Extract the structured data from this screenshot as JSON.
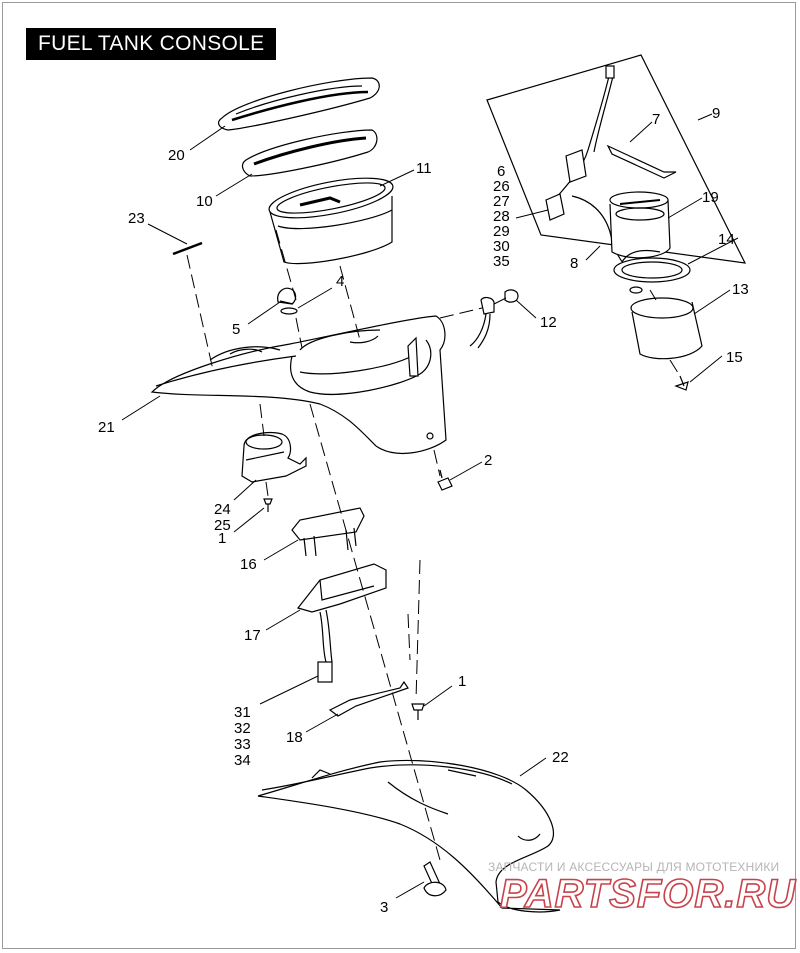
{
  "title": "FUEL TANK CONSOLE",
  "watermark": {
    "text": "ЗАПЧАСТИ И АКСЕССУАРЫ ДЛЯ МОТОТЕХНИКИ",
    "logo": "PARTSFOR.RU",
    "logo_color": "#c7434c"
  },
  "callouts": [
    {
      "id": "c20",
      "label": "20"
    },
    {
      "id": "c10",
      "label": "10"
    },
    {
      "id": "c11",
      "label": "11"
    },
    {
      "id": "c23",
      "label": "23"
    },
    {
      "id": "c4",
      "label": "4"
    },
    {
      "id": "c5",
      "label": "5"
    },
    {
      "id": "c21",
      "label": "21"
    },
    {
      "id": "c6",
      "label": "6"
    },
    {
      "id": "c26",
      "label": "26"
    },
    {
      "id": "c27",
      "label": "27"
    },
    {
      "id": "c28",
      "label": "28"
    },
    {
      "id": "c29",
      "label": "29"
    },
    {
      "id": "c30",
      "label": "30"
    },
    {
      "id": "c35",
      "label": "35"
    },
    {
      "id": "c7",
      "label": "7"
    },
    {
      "id": "c9",
      "label": "9"
    },
    {
      "id": "c19",
      "label": "19"
    },
    {
      "id": "c14",
      "label": "14"
    },
    {
      "id": "c8",
      "label": "8"
    },
    {
      "id": "c13",
      "label": "13"
    },
    {
      "id": "c12",
      "label": "12"
    },
    {
      "id": "c15",
      "label": "15"
    },
    {
      "id": "c2",
      "label": "2"
    },
    {
      "id": "c24",
      "label": "24"
    },
    {
      "id": "c25",
      "label": "25"
    },
    {
      "id": "c1a",
      "label": "1"
    },
    {
      "id": "c16",
      "label": "16"
    },
    {
      "id": "c17",
      "label": "17"
    },
    {
      "id": "c1b",
      "label": "1"
    },
    {
      "id": "c31",
      "label": "31"
    },
    {
      "id": "c32",
      "label": "32"
    },
    {
      "id": "c33",
      "label": "33"
    },
    {
      "id": "c34",
      "label": "34"
    },
    {
      "id": "c18",
      "label": "18"
    },
    {
      "id": "c22",
      "label": "22"
    },
    {
      "id": "c3",
      "label": "3"
    }
  ]
}
